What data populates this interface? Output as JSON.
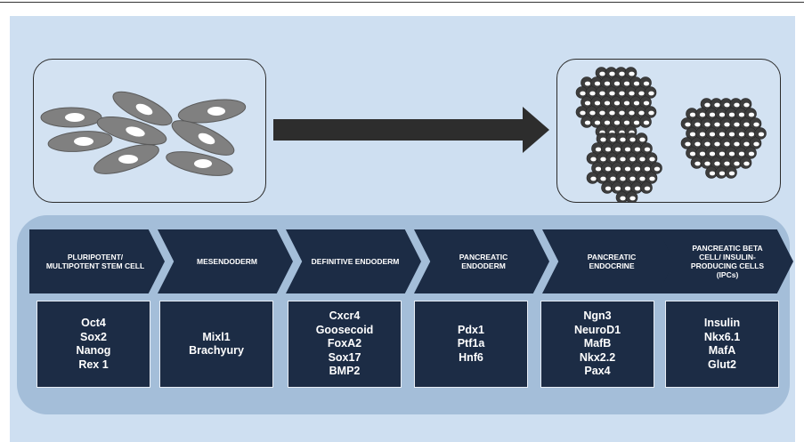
{
  "stages": [
    {
      "title": "PLURIPOTENT/ MULTIPOTENT STEM CELL",
      "markers": [
        "Oct4",
        "Sox2",
        "Nanog",
        "Rex 1"
      ]
    },
    {
      "title": "MESENDODERM",
      "markers": [
        "Mixl1",
        "Brachyury"
      ]
    },
    {
      "title": "DEFINITIVE ENDODERM",
      "markers": [
        "Cxcr4",
        "Goosecoid",
        "FoxA2",
        "Sox17",
        "BMP2"
      ]
    },
    {
      "title": "PANCREATIC ENDODERM",
      "markers": [
        "Pdx1",
        "Ptf1a",
        "Hnf6"
      ]
    },
    {
      "title": "PANCREATIC ENDOCRINE",
      "markers": [
        "Ngn3",
        "NeuroD1",
        "MafB",
        "Nkx2.2",
        "Pax4"
      ]
    },
    {
      "title": "PANCREATIC BETA CELL/ INSULIN-PRODUCING CELLS (IPCs)",
      "markers": [
        "Insulin",
        "Nkx6.1",
        "MafA",
        "Glut2"
      ]
    }
  ],
  "colors": {
    "background": "#cedff1",
    "band": "#a4bed9",
    "chevron": "#1c2c45",
    "cell_body": "#808080",
    "nucleus": "#ffffff",
    "cluster_cell": "#3d3d3d",
    "arrow": "#2d2d2d"
  },
  "icons": [
    "stem-cells-illustration",
    "right-arrow-icon",
    "islet-clusters-illustration"
  ]
}
